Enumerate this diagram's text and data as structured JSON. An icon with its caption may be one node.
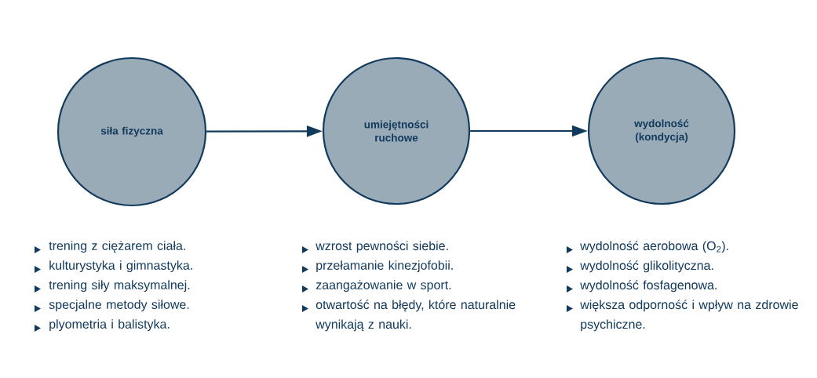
{
  "diagram": {
    "nodes": [
      {
        "text": [
          "siła fizyczna"
        ]
      },
      {
        "text": [
          "umiejętności ruchowe"
        ]
      },
      {
        "text": [
          "wydolność (kondycja)"
        ]
      }
    ],
    "edges": [
      {
        "from": 0,
        "to": 1,
        "arrow": "to"
      },
      {
        "from": 1,
        "to": 2,
        "arrow": "to"
      }
    ],
    "labels": [
      "trening z ciężarem ciała.",
      "kulturystyka i gimnastyka.",
      "trening siły maksymalnej.",
      "specjalne metody siłowe.",
      "plyometria i balistyka.",
      "wzrost pewności siebie.",
      "przełamanie kinezjofobii.",
      "zaangażowanie w sport.",
      "otwartość na błędy, które naturalnie wynikają z nauki.",
      "wydolność aerobowa (O$_{2}$).",
      "wydolność glikolityczna.",
      "wydolność fosfagenowa.",
      "większa odporność i wpływ na zdrowie psychiczne."
    ]
  }
}
